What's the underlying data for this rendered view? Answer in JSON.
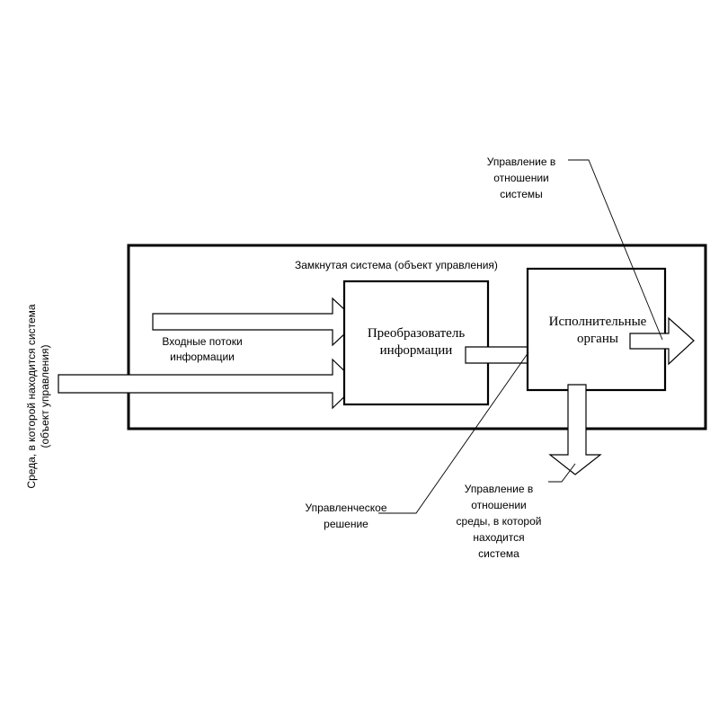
{
  "diagram": {
    "system_title": "Замкнутая система (объект управления)",
    "environment_label_line1": "Среда, в которой находится система",
    "environment_label_line2": "(объект управления)",
    "input_flows_line1": "Входные потоки",
    "input_flows_line2": "информации",
    "converter_line1": "Преобразователь",
    "converter_line2": "информации",
    "executive_line1": "Исполнительные",
    "executive_line2": "органы",
    "control_system_line1": "Управление в",
    "control_system_line2": "отношении",
    "control_system_line3": "системы",
    "decision_line1": "Управленческое",
    "decision_line2": "решение",
    "control_env_line1": "Управление в",
    "control_env_line2": "отношении",
    "control_env_line3": "среды, в которой",
    "control_env_line4": "находится",
    "control_env_line5": "система"
  }
}
